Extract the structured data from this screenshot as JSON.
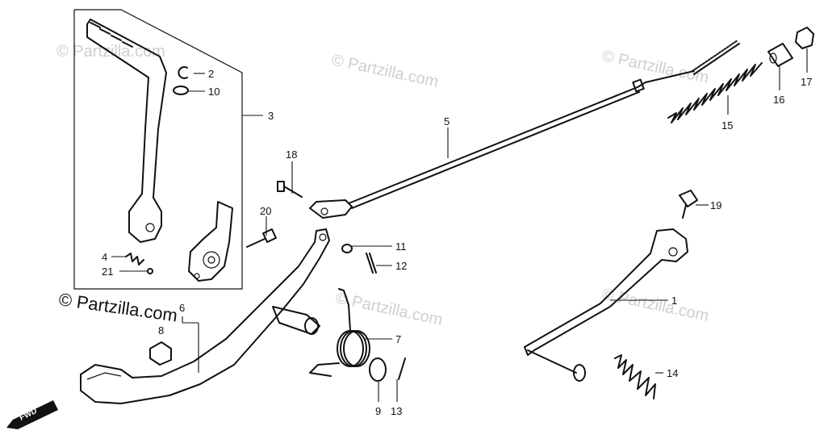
{
  "watermarks": {
    "main": "© Partzilla.com",
    "faint": "© Partzilla.com"
  },
  "fwd_label": "FWD",
  "callouts": [
    {
      "id": "c1",
      "label": "1"
    },
    {
      "id": "c2",
      "label": "2"
    },
    {
      "id": "c3",
      "label": "3"
    },
    {
      "id": "c4",
      "label": "4"
    },
    {
      "id": "c5",
      "label": "5"
    },
    {
      "id": "c6",
      "label": "6"
    },
    {
      "id": "c7",
      "label": "7"
    },
    {
      "id": "c8",
      "label": "8"
    },
    {
      "id": "c9",
      "label": "9"
    },
    {
      "id": "c10",
      "label": "10"
    },
    {
      "id": "c11",
      "label": "11"
    },
    {
      "id": "c12",
      "label": "12"
    },
    {
      "id": "c13",
      "label": "13"
    },
    {
      "id": "c14",
      "label": "14"
    },
    {
      "id": "c15",
      "label": "15"
    },
    {
      "id": "c16",
      "label": "16"
    },
    {
      "id": "c17",
      "label": "17"
    },
    {
      "id": "c18",
      "label": "18"
    },
    {
      "id": "c19",
      "label": "19"
    },
    {
      "id": "c20",
      "label": "20"
    },
    {
      "id": "c21",
      "label": "21"
    }
  ]
}
